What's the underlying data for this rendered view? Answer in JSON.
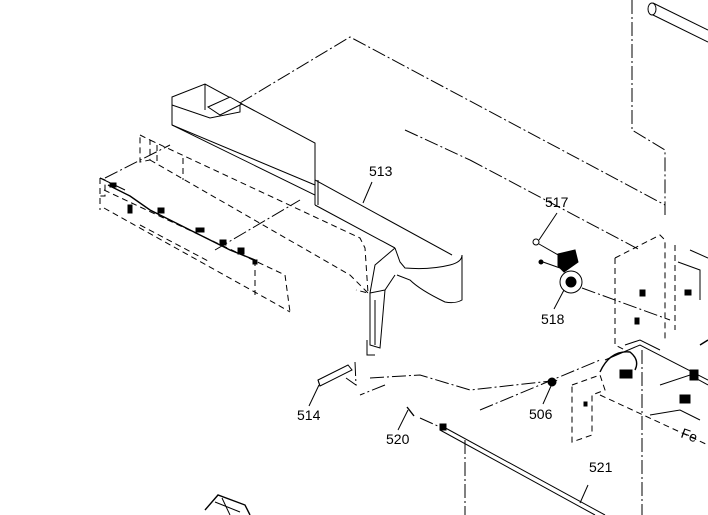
{
  "diagram": {
    "type": "exploded-parts-view",
    "callouts": [
      {
        "id": "513",
        "label": "513"
      },
      {
        "id": "514",
        "label": "514"
      },
      {
        "id": "517",
        "label": "517"
      },
      {
        "id": "518",
        "label": "518"
      },
      {
        "id": "506",
        "label": "506"
      },
      {
        "id": "520",
        "label": "520"
      },
      {
        "id": "521",
        "label": "521"
      }
    ],
    "colors": {
      "line": "#000000",
      "background": "#ffffff"
    }
  }
}
